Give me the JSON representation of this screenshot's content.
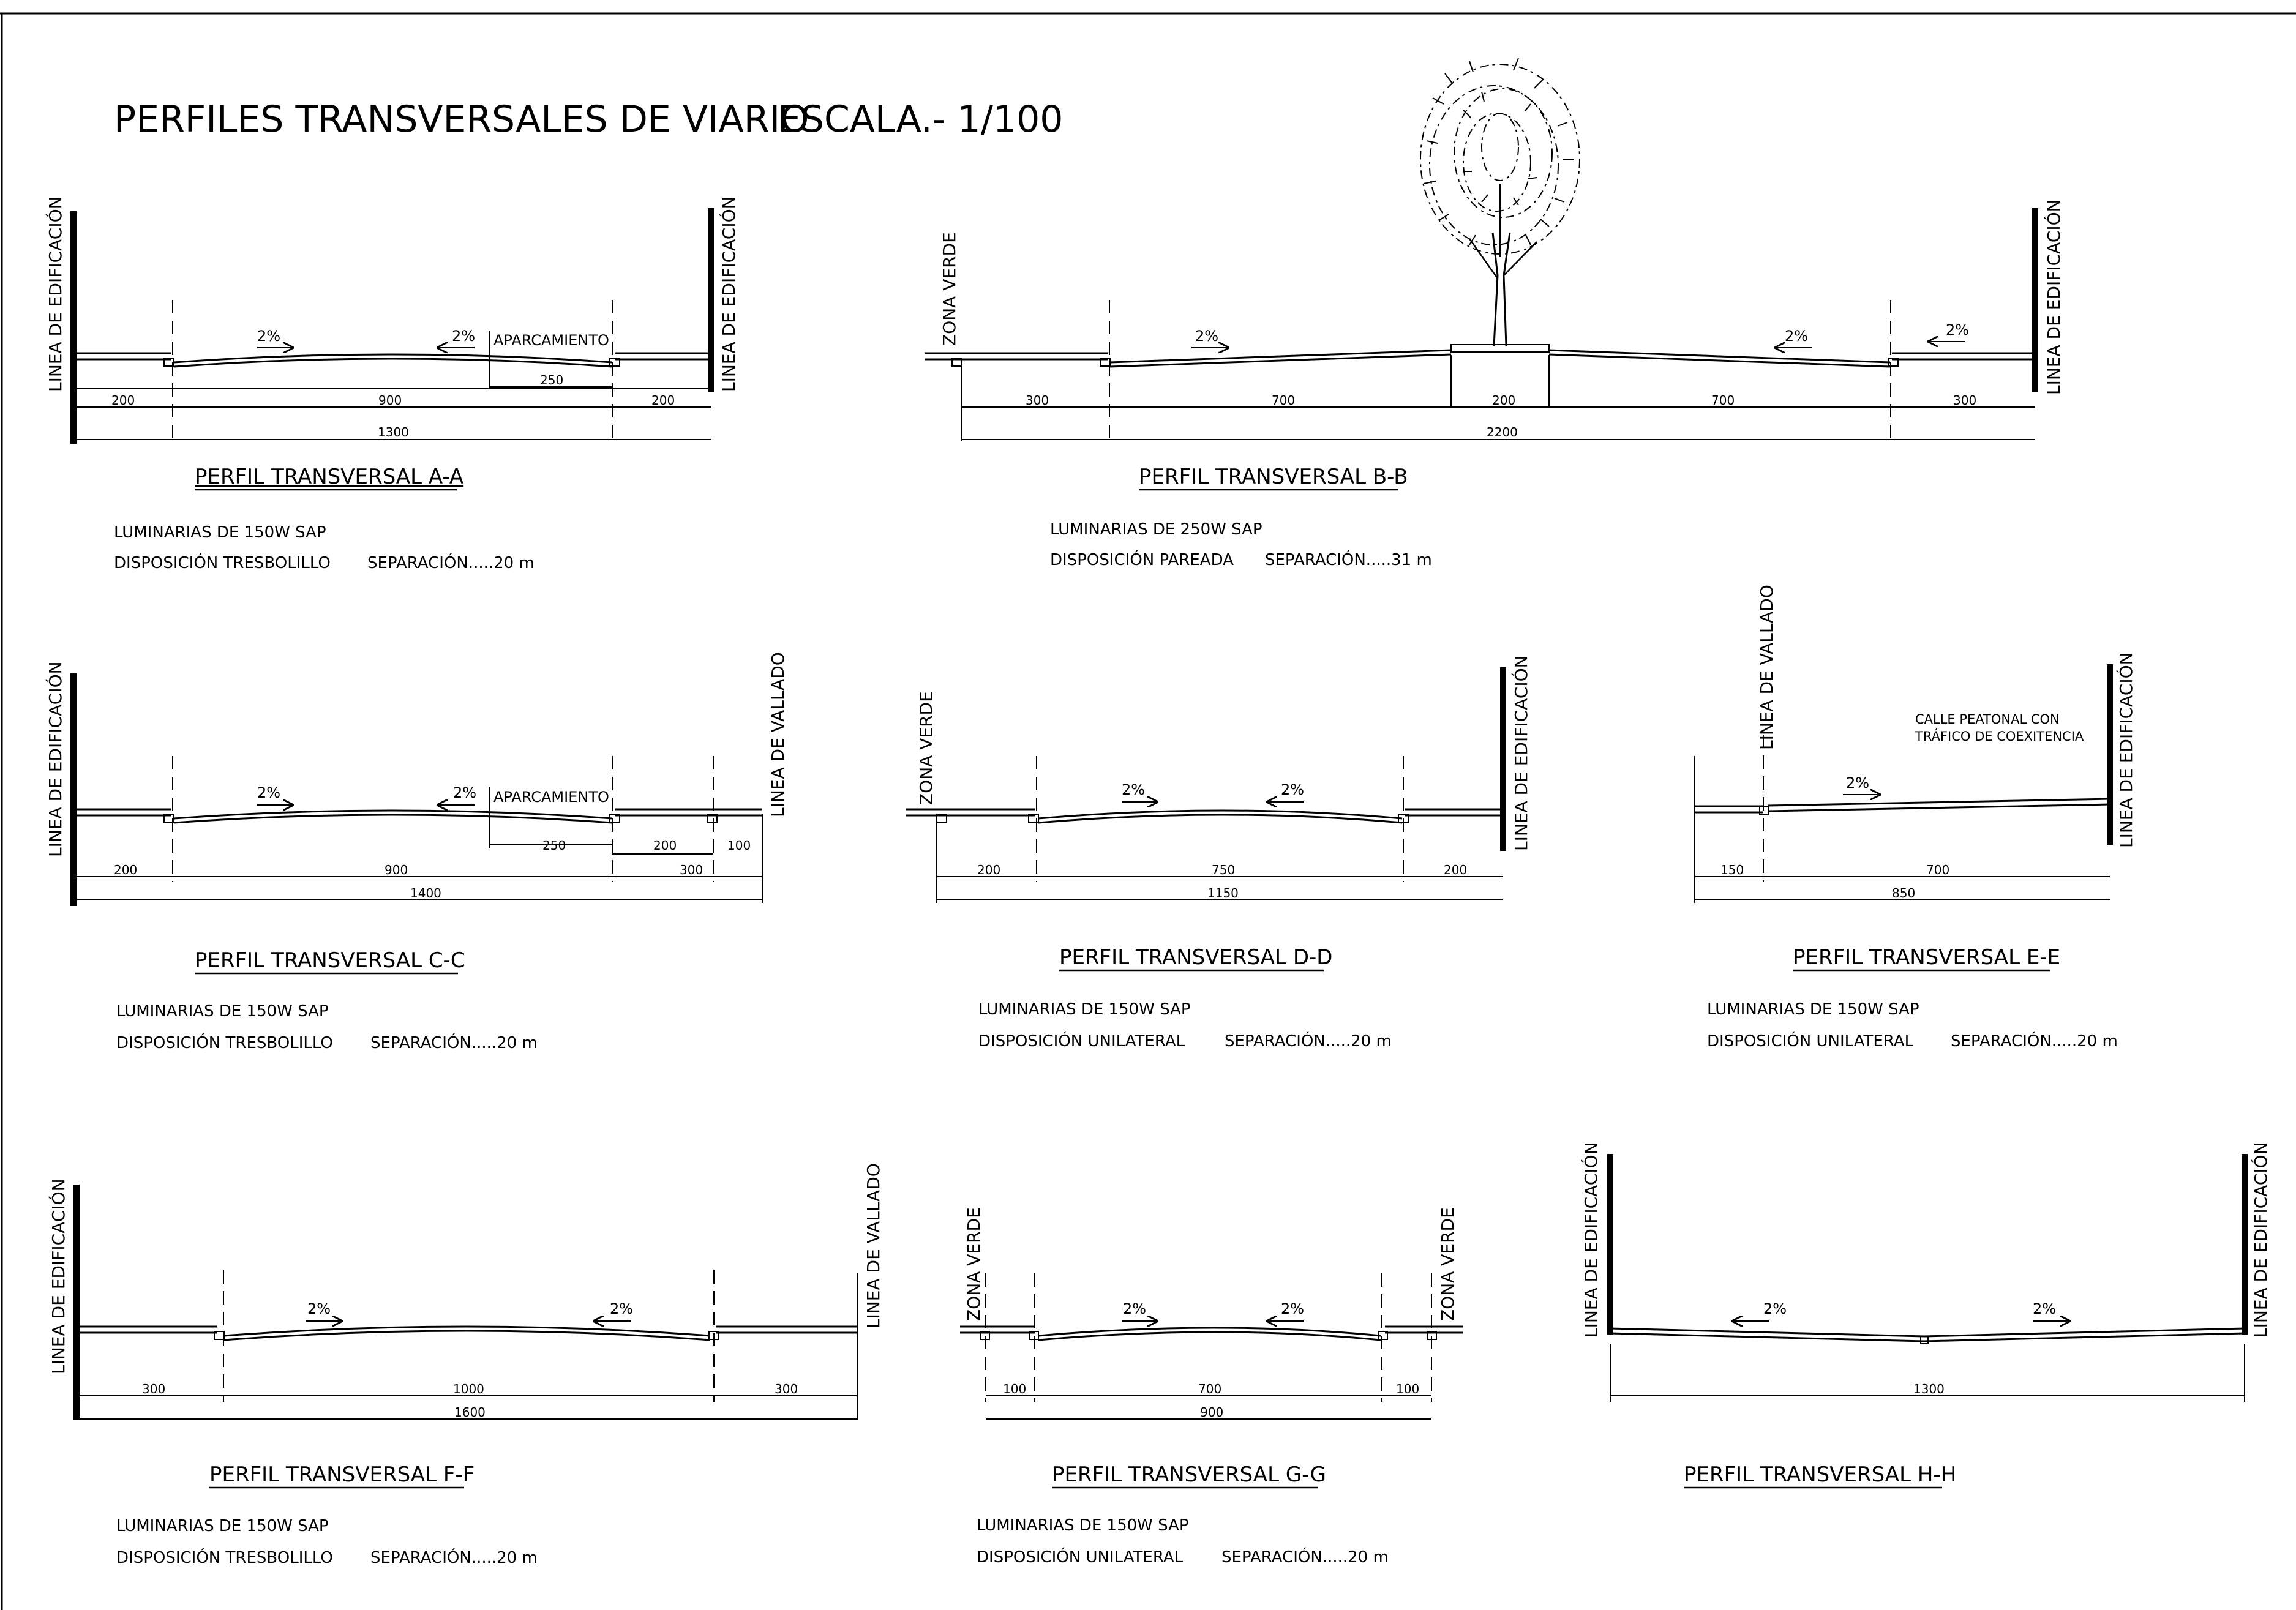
{
  "title": "PERFILES TRANSVERSALES DE VIARIO",
  "scale": "ESCALA.- 1/100",
  "slope_label": "2%",
  "labels": {
    "edificacion": "LINEA DE EDIFICACIÓN",
    "vallado": "LINEA DE VALLADO",
    "zona_verde": "ZONA VERDE",
    "aparcamiento": "APARCAMIENTO",
    "peatonal_line1": "CALLE PEATONAL CON",
    "peatonal_line2": "TRÁFICO DE COEXITENCIA"
  },
  "profiles": [
    {
      "id": "A-A",
      "caption": "PERFIL TRANSVERSAL  A-A",
      "lighting": "LUMINARIAS DE 150W SAP",
      "arrangement": "DISPOSICIÓN  TRESBOLILLO",
      "separation": "SEPARACIÓN.....20  m",
      "dims": [
        "200",
        "900",
        "200",
        "250",
        "1300"
      ]
    },
    {
      "id": "B-B",
      "caption": "PERFIL TRANSVERSAL  B-B",
      "lighting": "LUMINARIAS DE 250W SAP",
      "arrangement": "DISPOSICIÓN  PAREADA",
      "separation": "SEPARACIÓN.....31  m",
      "dims": [
        "300",
        "700",
        "200",
        "700",
        "300",
        "2200"
      ]
    },
    {
      "id": "C-C",
      "caption": "PERFIL TRANSVERSAL  C-C",
      "lighting": "LUMINARIAS DE 150W SAP",
      "arrangement": "DISPOSICIÓN  TRESBOLILLO",
      "separation": "SEPARACIÓN.....20  m",
      "dims": [
        "200",
        "900",
        "250",
        "200",
        "100",
        "300",
        "1400"
      ]
    },
    {
      "id": "D-D",
      "caption": "PERFIL TRANSVERSAL  D-D",
      "lighting": "LUMINARIAS DE 150W SAP",
      "arrangement": "DISPOSICIÓN  UNILATERAL",
      "separation": "SEPARACIÓN.....20  m",
      "dims": [
        "200",
        "750",
        "200",
        "1150"
      ]
    },
    {
      "id": "E-E",
      "caption": "PERFIL TRANSVERSAL  E-E",
      "lighting": "LUMINARIAS DE 150W SAP",
      "arrangement": "DISPOSICIÓN  UNILATERAL",
      "separation": "SEPARACIÓN.....20  m",
      "dims": [
        "150",
        "700",
        "850"
      ]
    },
    {
      "id": "F-F",
      "caption": "PERFIL TRANSVERSAL  F-F",
      "lighting": "LUMINARIAS DE 150W SAP",
      "arrangement": "DISPOSICIÓN  TRESBOLILLO",
      "separation": "SEPARACIÓN.....20  m",
      "dims": [
        "300",
        "1000",
        "300",
        "1600"
      ]
    },
    {
      "id": "G-G",
      "caption": "PERFIL TRANSVERSAL  G-G",
      "lighting": "LUMINARIAS DE 150W SAP",
      "arrangement": "DISPOSICIÓN  UNILATERAL",
      "separation": "SEPARACIÓN.....20  m",
      "dims": [
        "100",
        "700",
        "100",
        "900"
      ]
    },
    {
      "id": "H-H",
      "caption": "PERFIL TRANSVERSAL  H-H",
      "dims": [
        "1300"
      ]
    }
  ]
}
